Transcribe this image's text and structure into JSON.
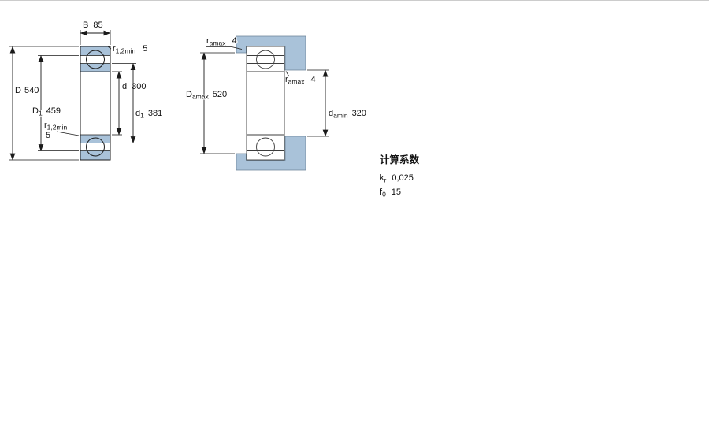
{
  "drawing": {
    "colors": {
      "ring_fill": "#a9c2d9",
      "line": "#1a1a1a"
    },
    "left_view": {
      "dims": {
        "B": {
          "symbol": "B",
          "value": "85"
        },
        "r_top": {
          "symbol": "r",
          "subscript": "1,2min",
          "value": "5"
        },
        "D": {
          "symbol": "D",
          "value": "540"
        },
        "D1": {
          "symbol": "D",
          "subscript": "1",
          "value": "459"
        },
        "d": {
          "symbol": "d",
          "value": "300"
        },
        "d1": {
          "symbol": "d",
          "subscript": "1",
          "value": "381"
        },
        "r_left": {
          "symbol": "r",
          "subscript": "1,2min",
          "value": "5"
        }
      }
    },
    "right_view": {
      "dims": {
        "ra_top": {
          "symbol": "r",
          "subscript": "amax",
          "value": "4"
        },
        "Da": {
          "symbol": "D",
          "subscript": "amax",
          "value": "520"
        },
        "ra_side": {
          "symbol": "r",
          "subscript": "amax",
          "value": "4"
        },
        "da": {
          "symbol": "d",
          "subscript": "amin",
          "value": "320"
        }
      }
    },
    "calculation_factors": {
      "title": "计算系数",
      "factors": [
        {
          "symbol": "k",
          "subscript": "r",
          "value": "0,025"
        },
        {
          "symbol": "f",
          "subscript": "0",
          "value": "15"
        }
      ]
    }
  }
}
